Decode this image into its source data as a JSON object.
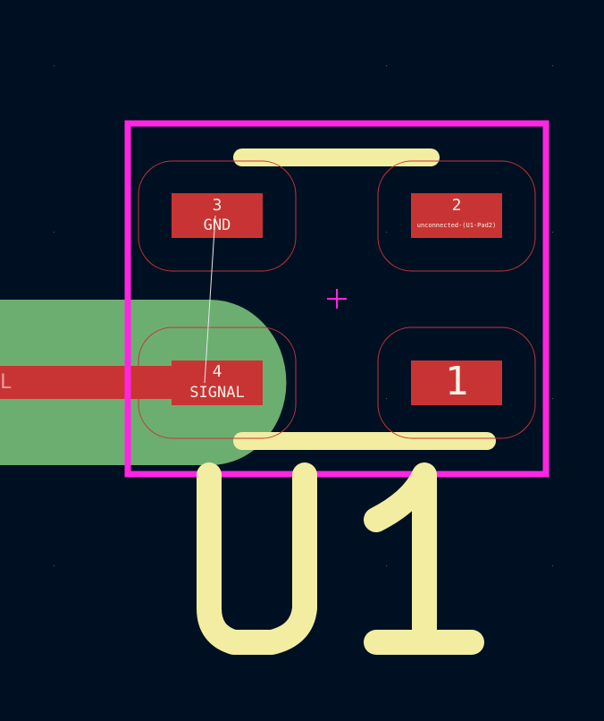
{
  "footprint": {
    "reference": "U1",
    "colors": {
      "background": "#001023",
      "courtyard": "#ff26e2",
      "silkscreen": "#f2eda1",
      "pad": "#c83434",
      "pad_clearance_outline": "#c83434",
      "copper_zone": "#6cae70",
      "ratsnest": "#e8e8e8",
      "anchor_cross": "#ff26e2",
      "text": "#f4f0e6"
    },
    "pads": [
      {
        "id": "pad-1",
        "number": "1",
        "net": ""
      },
      {
        "id": "pad-2",
        "number": "2",
        "net": "unconnected-(U1-Pad2)"
      },
      {
        "id": "pad-3",
        "number": "3",
        "net": "GND"
      },
      {
        "id": "pad-4",
        "number": "4",
        "net": "SIGNAL"
      }
    ],
    "trace_label": "L"
  }
}
